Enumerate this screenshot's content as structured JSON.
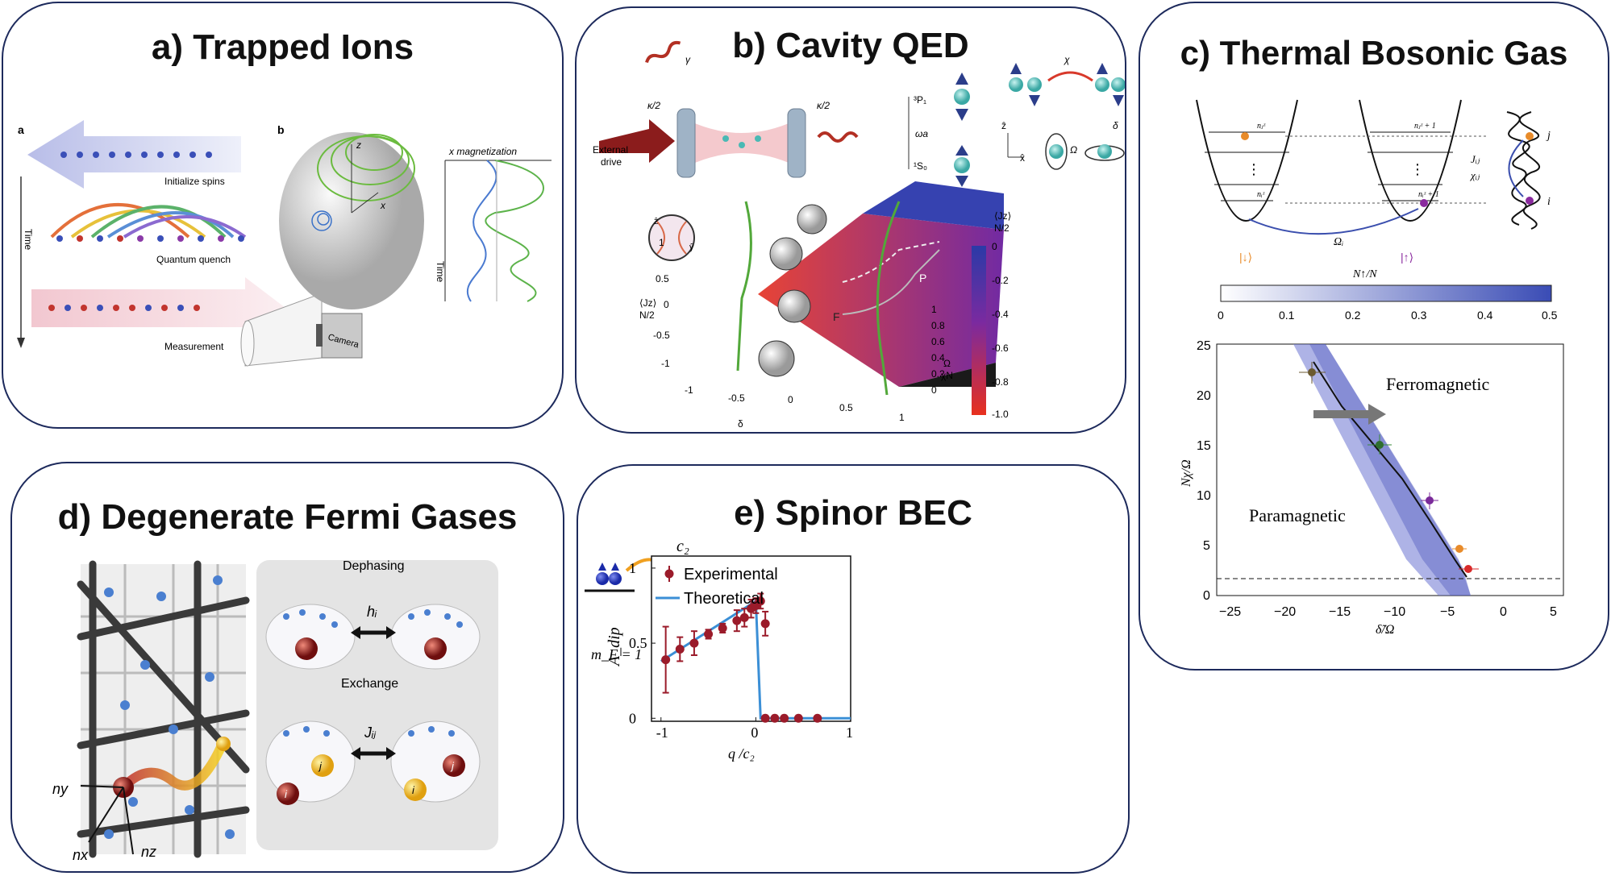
{
  "panels": {
    "a": {
      "title": "a)   Trapped Ions",
      "sub_a": "a",
      "sub_b": "b",
      "initialize": "Initialize spins",
      "quench": "Quantum quench",
      "measurement": "Measurement",
      "time": "Time",
      "camera": "Camera",
      "xmag": "x magnetization",
      "time2": "Time",
      "axis_z": "z",
      "axis_x": "x"
    },
    "b": {
      "title": "b)   Cavity QED",
      "gamma": "γ",
      "kappa_left": "κ/2",
      "kappa_right": "κ/2",
      "external": "External",
      "drive": "drive",
      "level_p": "³P₁",
      "level_s": "¹S₀",
      "omega_a": "ωa",
      "chi": "χ",
      "omega": "Ω",
      "delta_sym": "δ",
      "zhat": "ẑ",
      "xhat": "x̂",
      "yhat": "ŷ",
      "region_p": "P",
      "region_f": "F",
      "jz_num": "⟨Jz⟩",
      "jz_den": "N/2",
      "xaxis_num": "δ",
      "xaxis_den": "χN",
      "yaxis_num": "Ω",
      "yaxis_den": "χN",
      "x_ticks": [
        "-1",
        "-0.5",
        "0",
        "0.5",
        "1"
      ],
      "y_ticks": [
        "1",
        "0.8",
        "0.6",
        "0.4",
        "0.2",
        "0"
      ],
      "z_ticks": [
        "1",
        "0.5",
        "0",
        "-0.5",
        "-1"
      ],
      "cbar_ticks": [
        "0",
        "-0.2",
        "-0.4",
        "-0.6",
        "-0.8",
        "-1.0"
      ]
    },
    "c": {
      "title": "c) Thermal Bosonic Gas",
      "nz_i": "nᵢᶻ",
      "nz_j": "nⱼᶻ",
      "nz_j1": "nⱼᶻ + 1",
      "nz_i1": "nᵢᶻ + 1",
      "dots": "⋮",
      "omega_i": "Ωᵢ",
      "j_ij": "Jᵢⱼ",
      "chi_ij": "χᵢⱼ",
      "label_j": "j",
      "label_i": "i",
      "ket_down": "|↓⟩",
      "ket_up": "|↑⟩",
      "cbar_label": "N↑/N",
      "cbar_ticks": [
        "0",
        "0.1",
        "0.2",
        "0.3",
        "0.4",
        "0.5"
      ],
      "ferro": "Ferromagnetic",
      "para": "Paramagnetic",
      "ylabel": "Nχ/Ω",
      "xlabel": "δ̃/Ω",
      "x_ticks": [
        "−25",
        "−20",
        "−15",
        "−10",
        "−5",
        "0",
        "5"
      ],
      "y_ticks": [
        "0",
        "5",
        "10",
        "15",
        "20",
        "25"
      ]
    },
    "d": {
      "title": "d) Degenerate Fermi Gases",
      "dephasing": "Dephasing",
      "exchange": "Exchange",
      "h_i": "hᵢ",
      "j_ij": "Jᵢⱼ",
      "ny": "ny",
      "nx": "nx",
      "nz": "nz",
      "i": "i",
      "j": "j"
    },
    "e": {
      "title": "e)   Spinor BEC",
      "c2": "c₂",
      "q": "q",
      "mf": "m_F = 1",
      "zero": "0",
      "minus1": "−1"
    }
  },
  "chart_data": {
    "type": "line",
    "ylabel": "A_dip",
    "xlabel": "q  /c₂",
    "x_ticks": [
      "-1",
      "0",
      "1"
    ],
    "y_ticks": [
      "0",
      "0.5",
      "1"
    ],
    "xlim": [
      -1.1,
      1.0
    ],
    "ylim": [
      -0.02,
      1.08
    ],
    "legend": "top-right",
    "series": [
      {
        "name": "Experimental",
        "points": [
          {
            "x": -0.95,
            "y": 0.39,
            "err": 0.22
          },
          {
            "x": -0.8,
            "y": 0.46,
            "err": 0.08
          },
          {
            "x": -0.65,
            "y": 0.5,
            "err": 0.08
          },
          {
            "x": -0.5,
            "y": 0.56,
            "err": 0.03
          },
          {
            "x": -0.35,
            "y": 0.6,
            "err": 0.03
          },
          {
            "x": -0.2,
            "y": 0.65,
            "err": 0.07
          },
          {
            "x": -0.12,
            "y": 0.67,
            "err": 0.06
          },
          {
            "x": -0.05,
            "y": 0.73,
            "err": 0.06
          },
          {
            "x": 0.0,
            "y": 0.75,
            "err": 0.05
          },
          {
            "x": 0.05,
            "y": 0.78,
            "err": 0.05
          },
          {
            "x": 0.1,
            "y": 0.63,
            "err": 0.08
          },
          {
            "x": 0.1,
            "y": 0.0,
            "err": 0
          },
          {
            "x": 0.2,
            "y": 0.0,
            "err": 0
          },
          {
            "x": 0.3,
            "y": 0.0,
            "err": 0
          },
          {
            "x": 0.45,
            "y": 0.0,
            "err": 0
          },
          {
            "x": 0.65,
            "y": 0.0,
            "err": 0
          }
        ]
      },
      {
        "name": "Theoretical",
        "points": [
          {
            "x": -1.0,
            "y": 0.38
          },
          {
            "x": 0.0,
            "y": 0.78
          },
          {
            "x": 0.0,
            "y": 0.78
          },
          {
            "x": 0.05,
            "y": 0.0
          },
          {
            "x": 1.0,
            "y": 0.0
          }
        ]
      }
    ]
  },
  "colors": {
    "border": "#1d2a5c",
    "experimental": "#9b1b2a",
    "theoretical": "#3b8fd6",
    "phase_blue": "#3547b0",
    "ferro_red": "#e8301e"
  }
}
